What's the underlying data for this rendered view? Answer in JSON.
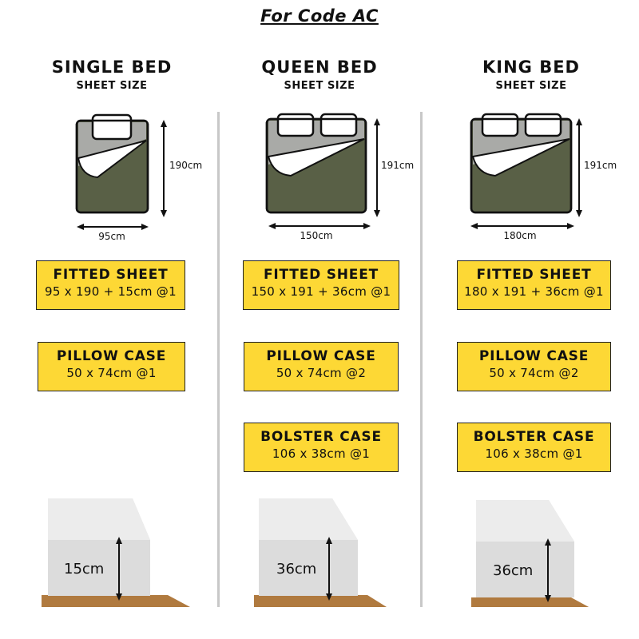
{
  "title": "For Code AC",
  "columns": [
    {
      "name": "SINGLE BED",
      "subtitle": "SHEET SIZE",
      "width_label": "95cm",
      "length_label": "190cm",
      "pillows": 1,
      "fitted": {
        "label": "FITTED SHEET",
        "value": "95 x 190 + 15cm @1"
      },
      "pillow": {
        "label": "PILLOW CASE",
        "value": "50 x 74cm @1"
      },
      "depth_label": "15cm"
    },
    {
      "name": "QUEEN BED",
      "subtitle": "SHEET SIZE",
      "width_label": "150cm",
      "length_label": "191cm",
      "pillows": 2,
      "fitted": {
        "label": "FITTED SHEET",
        "value": "150 x 191 + 36cm @1"
      },
      "pillow": {
        "label": "PILLOW CASE",
        "value": "50 x 74cm @2"
      },
      "bolster": {
        "label": "BOLSTER CASE",
        "value": "106 x 38cm @1"
      },
      "depth_label": "36cm"
    },
    {
      "name": "KING BED",
      "subtitle": "SHEET SIZE",
      "width_label": "180cm",
      "length_label": "191cm",
      "pillows": 2,
      "fitted": {
        "label": "FITTED SHEET",
        "value": "180 x 191 + 36cm @1"
      },
      "pillow": {
        "label": "PILLOW CASE",
        "value": "50 x 74cm @2"
      },
      "bolster": {
        "label": "BOLSTER CASE",
        "value": "106 x 38cm @1"
      },
      "depth_label": "36cm"
    }
  ],
  "colors": {
    "label_bg": "#fdd835",
    "bed_green": "#596046",
    "bed_grey": "#a9aaa7",
    "mattress": "#dcdcdc",
    "base_wood": "#b07a3f",
    "divider": "#c8c8c8"
  }
}
